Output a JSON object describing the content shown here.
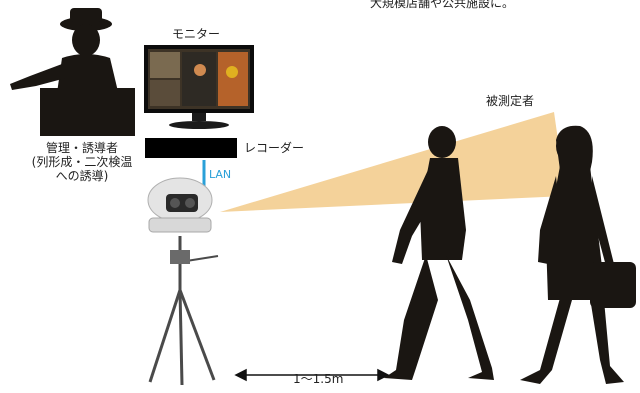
{
  "header_text": "大規模店舗や公共施設に。",
  "labels": {
    "monitor": "モニター",
    "recorder": "レコーダー",
    "measured_person": "被測定者",
    "operator_line1": "管理・誘導者",
    "operator_line2": "(列形成・二次検温",
    "operator_line3": "への誘導)",
    "lan": "LAN",
    "distance": "1〜1.5m"
  },
  "colors": {
    "silhouette": "#1a1612",
    "beam": "#f4d29a",
    "lan_line": "#2aa0d8",
    "recorder": "#000000"
  }
}
